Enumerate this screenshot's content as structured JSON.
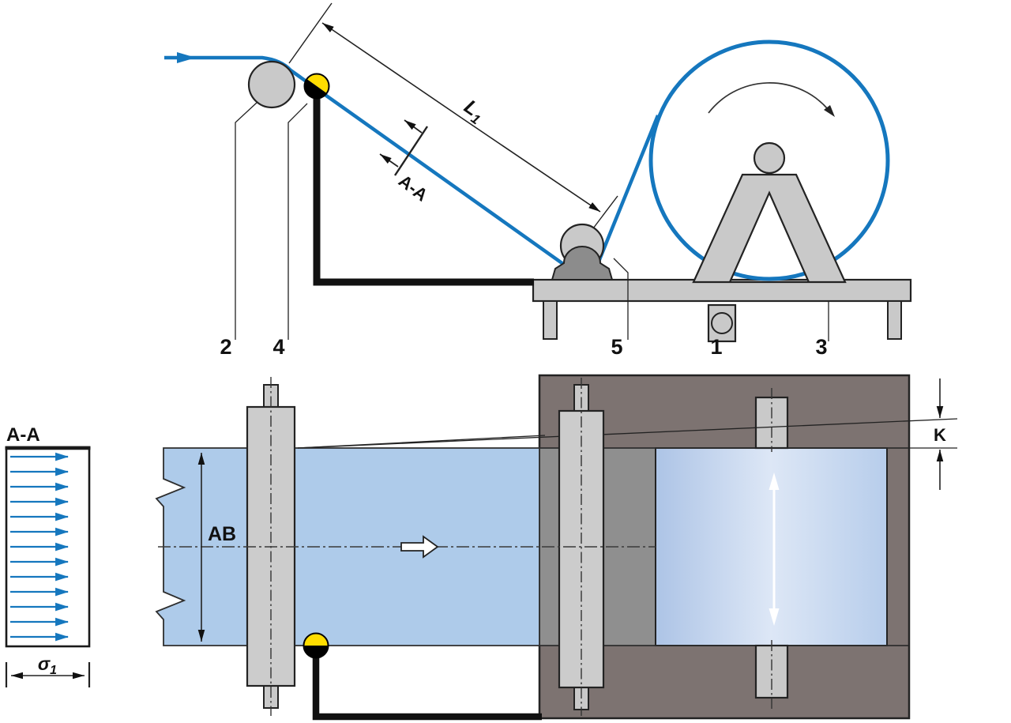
{
  "labels": {
    "part_1": "1",
    "part_2": "2",
    "part_3": "3",
    "part_4": "4",
    "part_5": "5",
    "section_marker": "A-A",
    "section_title": "A-A",
    "web_width": "AB",
    "lateral_offset": "K",
    "span_length_base": "L",
    "span_length_sub": "1",
    "stress_base": "σ",
    "stress_sub": "1"
  },
  "section_view": {
    "stress_arrow_count": 13
  },
  "colors": {
    "web_line_blue": "#1577be",
    "web_fill_blue": "#aecbea",
    "sensor_yellow": "#ffdd00",
    "machine_light_gray": "#c9c9c9",
    "pedestal_dark_gray": "#8c8c8c",
    "frame_brown_gray": "#7d7371",
    "web_over_frame_gray": "#8f8f8f"
  }
}
